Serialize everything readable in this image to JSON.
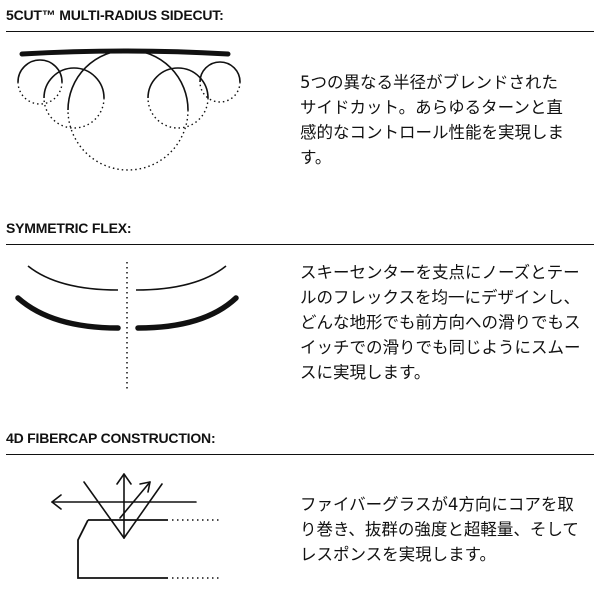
{
  "sections": [
    {
      "heading": "5CUT™ MULTI-RADIUS SIDECUT:",
      "description": "5つの異なる半径がブレンドされたサイドカット。あらゆるターンと直感的なコントロール性能を実現します。"
    },
    {
      "heading": "SYMMETRIC FLEX:",
      "description": "スキーセンターを支点にノーズとテールのフレックスを均一にデザインし、どんな地形でも前方向への滑りでもスイッチでの滑りでも同じようにスムースに実現します。"
    },
    {
      "heading": "4D FIBERCAP CONSTRUCTION:",
      "description": "ファイバーグラスが4方向にコアを取り巻き、抜群の強度と超軽量、そしてレスポンスを実現します。"
    }
  ],
  "colors": {
    "ink": "#111111",
    "background": "#ffffff"
  }
}
